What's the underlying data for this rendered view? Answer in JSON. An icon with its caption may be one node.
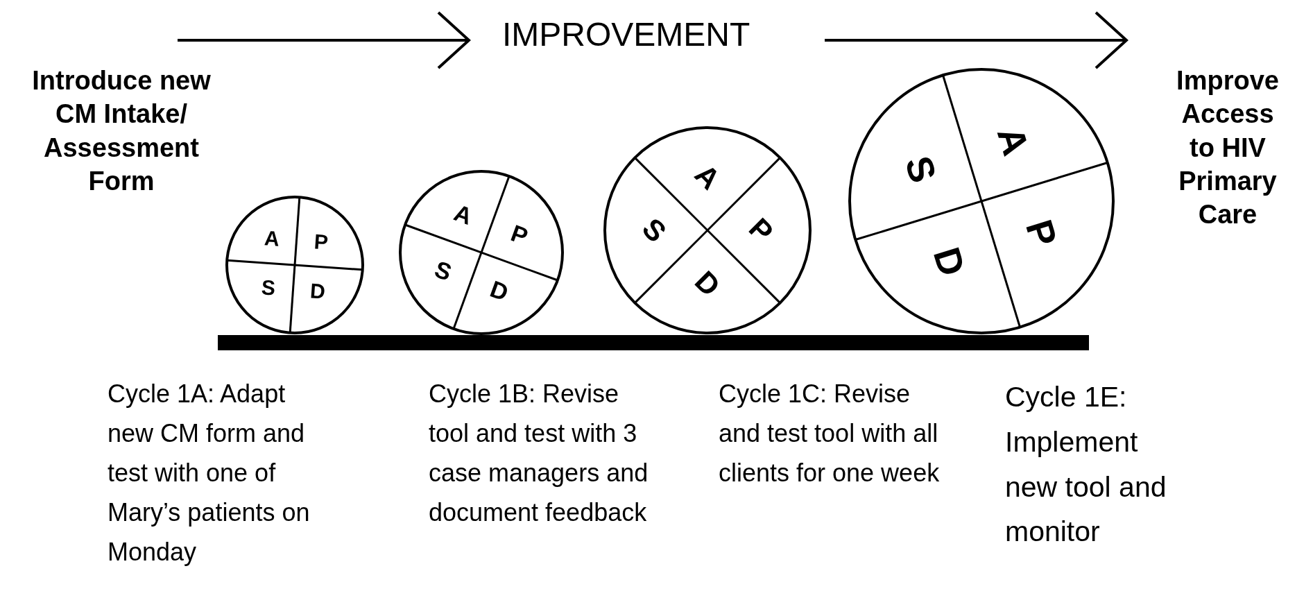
{
  "diagram": {
    "nodes": [
      {
        "text": [
          "A",
          "P",
          "S",
          "D"
        ],
        "beside": [
          "Cycle 1A: Adapt new CM form and test with one of Mary’s patients on Monday"
        ]
      },
      {
        "text": [
          "A",
          "P",
          "S",
          "D"
        ],
        "beside": [
          "Cycle 1B: Revise tool and test with 3 case managers and document feedback"
        ]
      },
      {
        "text": [
          "A",
          "P",
          "S",
          "D"
        ],
        "beside": [
          "Cycle 1C: Revise and test tool with all clients for one week"
        ]
      },
      {
        "text": [
          "A",
          "P",
          "S",
          "D"
        ],
        "beside": [
          "Cycle 1E: Implement new tool and monitor"
        ]
      }
    ],
    "edges": [],
    "labels": [
      "IMPROVEMENT",
      "Introduce new CM Intake/ Assessment Form",
      "Improve Access to HIV Primary Care"
    ]
  }
}
